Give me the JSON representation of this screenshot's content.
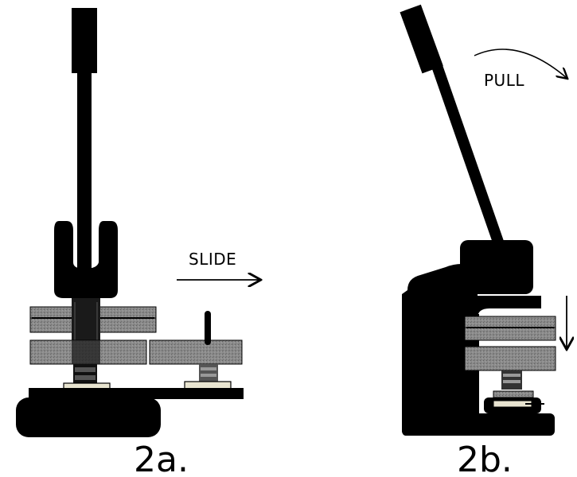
{
  "figure": {
    "panel_a": {
      "caption": "2a.",
      "annotation": "SLIDE"
    },
    "panel_b": {
      "caption": "2b.",
      "annotation": "PULL"
    }
  },
  "colors": {
    "ink": "#000000",
    "metal_gray": "#8a8a8a",
    "plate_light": "#e8e4d0",
    "background": "#ffffff"
  }
}
